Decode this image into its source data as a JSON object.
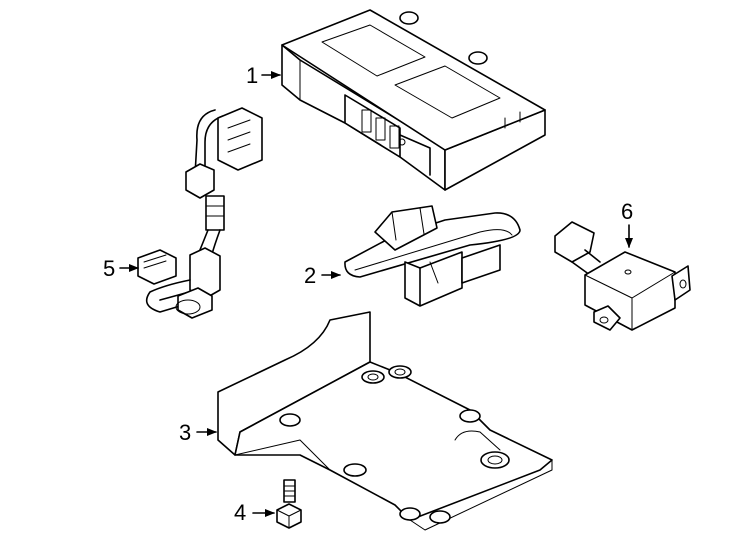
{
  "callouts": [
    {
      "id": "part-1",
      "label": "1"
    },
    {
      "id": "part-2",
      "label": "2"
    },
    {
      "id": "part-3",
      "label": "3"
    },
    {
      "id": "part-4",
      "label": "4"
    },
    {
      "id": "part-5",
      "label": "5"
    },
    {
      "id": "part-6",
      "label": "6"
    }
  ]
}
